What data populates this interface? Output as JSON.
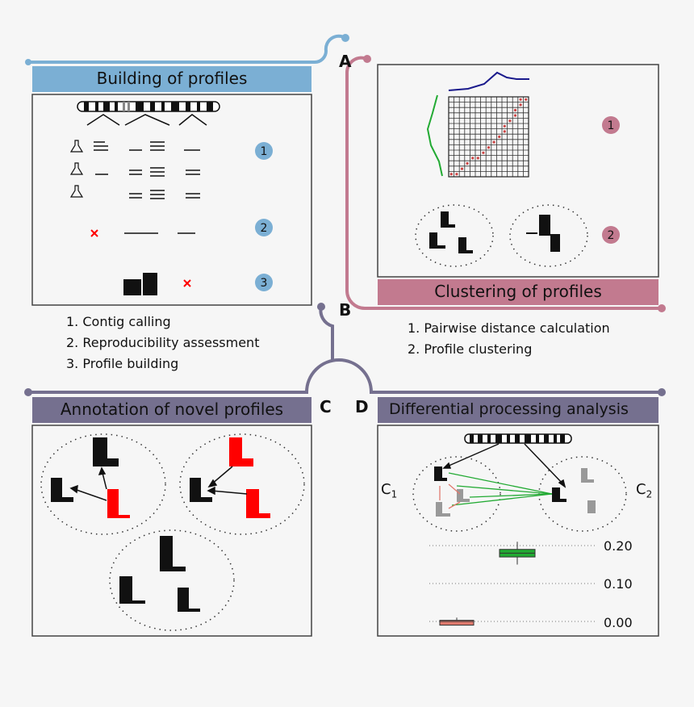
{
  "panels": {
    "A": {
      "letter": "A",
      "title": "Building of profiles",
      "steps": [
        "1. Contig calling",
        "2. Reproducibility assessment",
        "3. Profile building"
      ],
      "badges": [
        "1",
        "2",
        "3"
      ]
    },
    "B": {
      "letter": "B",
      "title": "Clustering of profiles",
      "steps": [
        "1. Pairwise distance calculation",
        "2. Profile clustering"
      ],
      "badges": [
        "1",
        "2"
      ]
    },
    "C": {
      "letter": "C",
      "title": "Annotation of novel profiles"
    },
    "D": {
      "letter": "D",
      "title": "Differential processing analysis",
      "cluster_labels": {
        "c1": "C",
        "c1_sub": "1",
        "c2": "C",
        "c2_sub": "2"
      },
      "ytick_labels": [
        "0.20",
        "0.10",
        "0.00"
      ]
    }
  },
  "colors": {
    "panel_a": "#7bafd4",
    "panel_b": "#c27a8f",
    "panel_cd": "#75708f",
    "red": "#ff0000",
    "green": "#22aa33",
    "salmon": "#e07a6e",
    "navy": "#1a1a8c"
  },
  "chart_data": {
    "type": "box",
    "ylim": [
      0.0,
      0.25
    ],
    "yticks": [
      0.0,
      0.1,
      0.2
    ],
    "series": [
      {
        "color": "#22aa33",
        "median": 0.18,
        "q1": 0.17,
        "q3": 0.19,
        "min": 0.15,
        "max": 0.21
      },
      {
        "color": "#e07a6e",
        "median": 0.0,
        "q1": -0.003,
        "q3": 0.003,
        "min": -0.005,
        "max": 0.01
      }
    ]
  }
}
